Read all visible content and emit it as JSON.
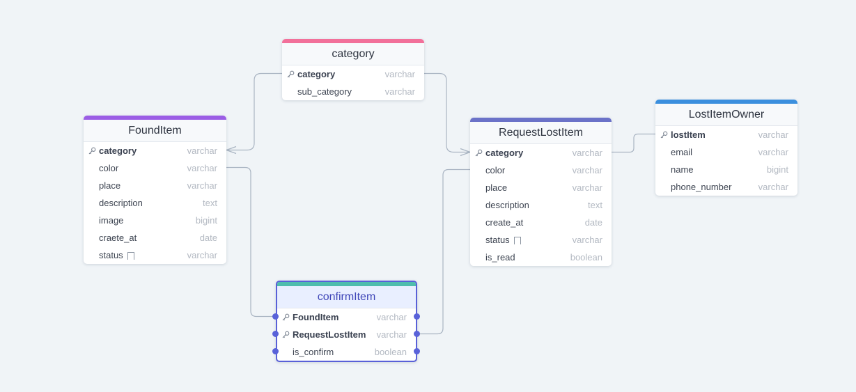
{
  "colors": {
    "background": "#f0f4f7",
    "connector": "#a9b4c2",
    "category_accent": "#f2709a",
    "founditem_accent": "#9b5de5",
    "requestlostitem_accent": "#6b72c8",
    "lostitemowner_accent": "#3b8fde",
    "confirmitem_accent": "#4fbdad",
    "confirmitem_border": "#5960d8",
    "endpoint_dot": "#5962d9"
  },
  "tables": {
    "category": {
      "title": "category",
      "columns": [
        {
          "name": "category",
          "type": "varchar",
          "pk": true
        },
        {
          "name": "sub_category",
          "type": "varchar"
        }
      ]
    },
    "founditem": {
      "title": "FoundItem",
      "columns": [
        {
          "name": "category",
          "type": "varchar",
          "pk": true
        },
        {
          "name": "color",
          "type": "varchar"
        },
        {
          "name": "place",
          "type": "varchar"
        },
        {
          "name": "description",
          "type": "text"
        },
        {
          "name": "image",
          "type": "bigint"
        },
        {
          "name": "craete_at",
          "type": "date"
        },
        {
          "name": "status",
          "type": "varchar",
          "note": "note-icon"
        }
      ]
    },
    "requestlostitem": {
      "title": "RequestLostItem",
      "columns": [
        {
          "name": "category",
          "type": "varchar",
          "pk": true
        },
        {
          "name": "color",
          "type": "varchar"
        },
        {
          "name": "place",
          "type": "varchar"
        },
        {
          "name": "description",
          "type": "text"
        },
        {
          "name": "create_at",
          "type": "date"
        },
        {
          "name": "status",
          "type": "varchar",
          "note": "note-icon"
        },
        {
          "name": "is_read",
          "type": "boolean"
        }
      ]
    },
    "lostitemowner": {
      "title": "LostItemOwner",
      "columns": [
        {
          "name": "lostItem",
          "type": "varchar",
          "pk": true
        },
        {
          "name": "email",
          "type": "varchar"
        },
        {
          "name": "name",
          "type": "bigint"
        },
        {
          "name": "phone_number",
          "type": "varchar"
        }
      ]
    },
    "confirmitem": {
      "title": "confirmItem",
      "selected": true,
      "columns": [
        {
          "name": "FoundItem",
          "type": "varchar",
          "pk": true
        },
        {
          "name": "RequestLostItem",
          "type": "varchar",
          "pk": true
        },
        {
          "name": "is_confirm",
          "type": "boolean"
        }
      ]
    }
  },
  "relationships": [
    {
      "from": "founditem.category",
      "to": "category.category",
      "cardinality": "many-to-one"
    },
    {
      "from": "requestlostitem.category",
      "to": "category.category",
      "cardinality": "many-to-one"
    },
    {
      "from": "requestlostitem.category",
      "to": "lostitemowner.lostItem",
      "cardinality": "one-to-one"
    },
    {
      "from": "founditem.color",
      "to": "confirmitem.FoundItem",
      "cardinality": "one-to-one"
    },
    {
      "from": "requestlostitem.color",
      "to": "confirmitem.RequestLostItem",
      "cardinality": "one-to-one"
    }
  ]
}
